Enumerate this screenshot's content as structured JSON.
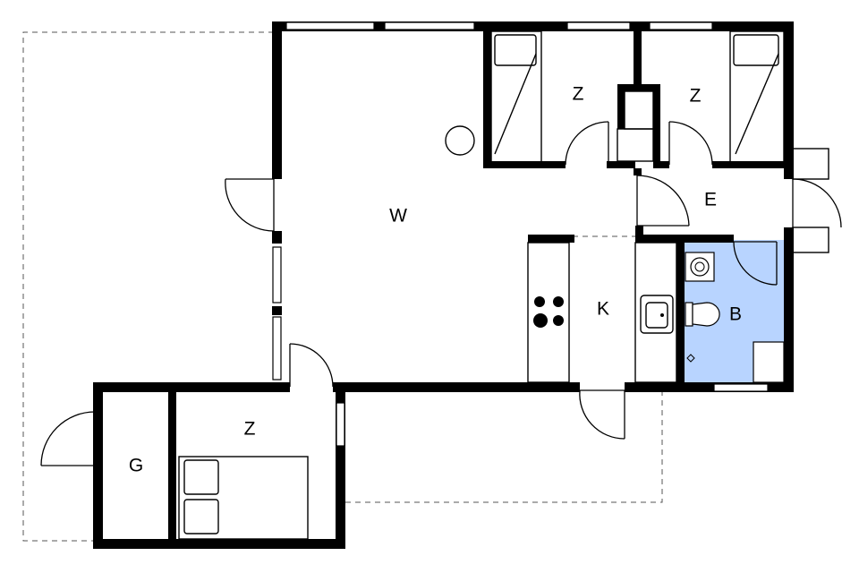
{
  "floorplan": {
    "colors": {
      "wall": "#000000",
      "bathroom_fill": "#b8d4ff",
      "background": "#ffffff"
    },
    "rooms": [
      {
        "id": "living",
        "label": "W"
      },
      {
        "id": "kitchen",
        "label": "K"
      },
      {
        "id": "entrance",
        "label": "E"
      },
      {
        "id": "bathroom",
        "label": "B"
      },
      {
        "id": "bedroom_top_left",
        "label": "Z"
      },
      {
        "id": "bedroom_top_right",
        "label": "Z"
      },
      {
        "id": "bedroom_annex",
        "label": "Z"
      },
      {
        "id": "garage",
        "label": "G"
      }
    ]
  }
}
